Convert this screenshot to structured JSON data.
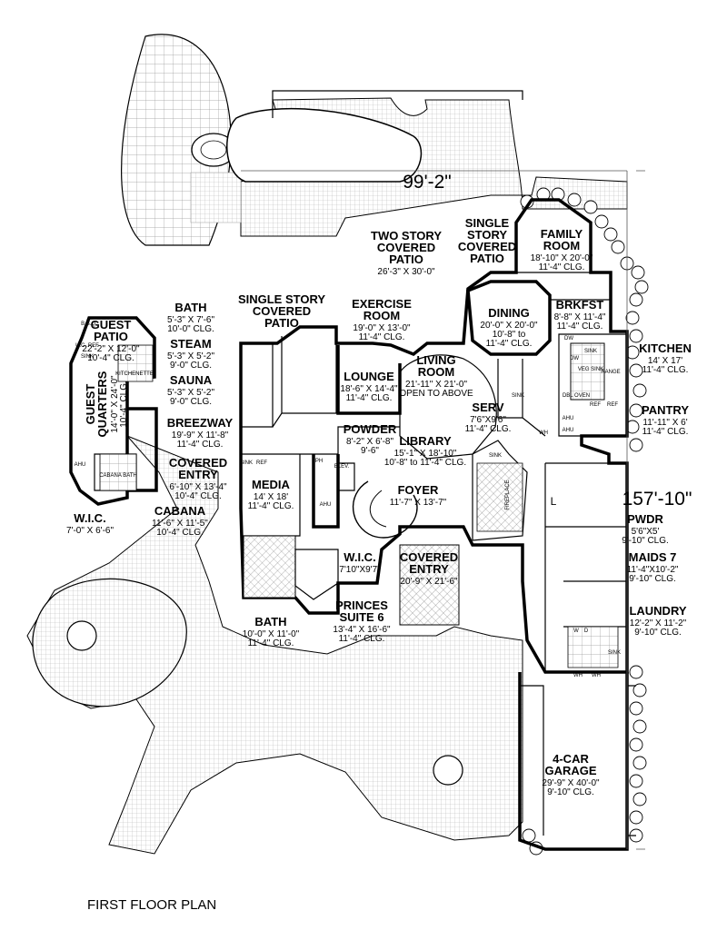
{
  "plan_title": "FIRST FLOOR PLAN",
  "dimensions": {
    "width": "99'-2\"",
    "depth": "157'-10\""
  },
  "rooms": {
    "guest_patio": {
      "name": "GUEST\nPATIO",
      "size": "22'-2\" X 12'-0\"",
      "clg": "10'-4\" CLG."
    },
    "guest_quarters": {
      "name": "GUEST\nQUARTERS",
      "size": "14'-0\" X 24'-0\"",
      "clg": "10'-4\" CLG."
    },
    "wic_guest": {
      "name": "W.I.C.",
      "size": "7'-0\" X 6'-6\""
    },
    "cabana": {
      "name": "CABANA",
      "size": "11'-6\" X 11'-5\"",
      "clg": "10'-4\" CLG."
    },
    "bath_guest": {
      "name": "BATH",
      "size": "5'-3\" X 7'-6\"",
      "clg": "10'-0\" CLG."
    },
    "steam": {
      "name": "STEAM",
      "size": "5'-3\" X 5'-2\"",
      "clg": "9'-0\" CLG."
    },
    "sauna": {
      "name": "SAUNA",
      "size": "5'-3\" X 5'-2\"",
      "clg": "9'-0\" CLG."
    },
    "breezway": {
      "name": "BREEZWAY",
      "size": "19'-9\" X 11'-8\"",
      "clg": "11'-4\" CLG."
    },
    "covered_entry_side": {
      "name": "COVERED\nENTRY",
      "size": "6'-10\" X 13'-4\"",
      "clg": "10'-4\" CLG."
    },
    "single_story_patio_left": {
      "name": "SINGLE STORY\nCOVERED\nPATIO"
    },
    "two_story_patio": {
      "name": "TWO STORY\nCOVERED\nPATIO",
      "size": "26'-3\" X 30'-0\""
    },
    "single_story_patio_right": {
      "name": "SINGLE\nSTORY\nCOVERED\nPATIO"
    },
    "family_room": {
      "name": "FAMILY\nROOM",
      "size": "18'-10\" X 20'-0\"",
      "clg": "11'-4\" CLG."
    },
    "exercise_room": {
      "name": "EXERCISE\nROOM",
      "size": "19'-0\" X 13'-0\"",
      "clg": "11'-4\" CLG."
    },
    "dining": {
      "name": "DINING",
      "size": "20'-0\" X 20'-0\"",
      "clg": "10'-8\" to\n11'-4\" CLG."
    },
    "brkfst": {
      "name": "BRKFST",
      "size": "8'-8\" X 11'-4\"",
      "clg": "11'-4\" CLG."
    },
    "kitchen": {
      "name": "KITCHEN",
      "size": "14' X 17'",
      "clg": "11'-4\" CLG."
    },
    "lounge": {
      "name": "LOUNGE",
      "size": "18'-6\" X 14'-4\"",
      "clg": "11'-4\" CLG."
    },
    "living_room": {
      "name": "LIVING\nROOM",
      "size": "21'-11\" X 21'-0\"",
      "note": "OPEN TO ABOVE"
    },
    "serv": {
      "name": "SERV",
      "size": "7'6\"X9'6\"",
      "clg": "11'-4\" CLG."
    },
    "pantry": {
      "name": "PANTRY",
      "size": "11'-11\" X 6'",
      "clg": "11'-4\" CLG."
    },
    "powder": {
      "name": "POWDER",
      "size": "8'-2\" X 6'-8\"",
      "clg": "9'-6\""
    },
    "library": {
      "name": "LIBRARY",
      "size": "15'-1\" X 18'-10\"",
      "clg": "10'-8\" to 11'-4\" CLG."
    },
    "media": {
      "name": "MEDIA",
      "size": "14' X 18'",
      "clg": "11'-4\" CLG."
    },
    "foyer": {
      "name": "FOYER",
      "size": "11'-7\" X 13'-7\""
    },
    "pwdr": {
      "name": "PWDR",
      "size": "5'6\"X5'",
      "clg": "9'-10\" CLG."
    },
    "maids": {
      "name": "MAIDS 7",
      "size": "11'-4\"X10'-2\"",
      "clg": "9'-10\" CLG."
    },
    "wic_princes": {
      "name": "W.I.C.",
      "size": "7'10\"X9'7\""
    },
    "covered_entry_main": {
      "name": "COVERED\nENTRY",
      "size": "20'-9\" X 21'-6\""
    },
    "laundry": {
      "name": "LAUNDRY",
      "size": "12'-2\" X 11'-2\"",
      "clg": "9'-10\" CLG."
    },
    "bath_princes": {
      "name": "BATH",
      "size": "10'-0\" X 11'-0\"",
      "clg": "11'-4\" CLG."
    },
    "princes_suite": {
      "name": "PRINCES\nSUITE 6",
      "size": "13'-4\" X 16'-6\"",
      "clg": "11'-4\" CLG."
    },
    "garage": {
      "name": "4-CAR\nGARAGE",
      "size": "29'-9\" X 40'-0\"",
      "clg": "9'-10\" CLG."
    }
  },
  "fixtures": [
    "B.B.Q.",
    "U.C. REF",
    "SINK",
    "KITCHENETTE",
    "AHU",
    "CABANA BATH",
    "SINK",
    "REF",
    "PH",
    "ELEV.",
    "AHU",
    "DW",
    "SINK",
    "VEG SINK",
    "RANGE",
    "DW",
    "DBL OVEN",
    "REF",
    "REF",
    "AHU",
    "AHU",
    "WH",
    "SINK",
    "SINK",
    "FIREPLACE",
    "L",
    "W",
    "D",
    "SINK",
    "WH",
    "WH"
  ]
}
